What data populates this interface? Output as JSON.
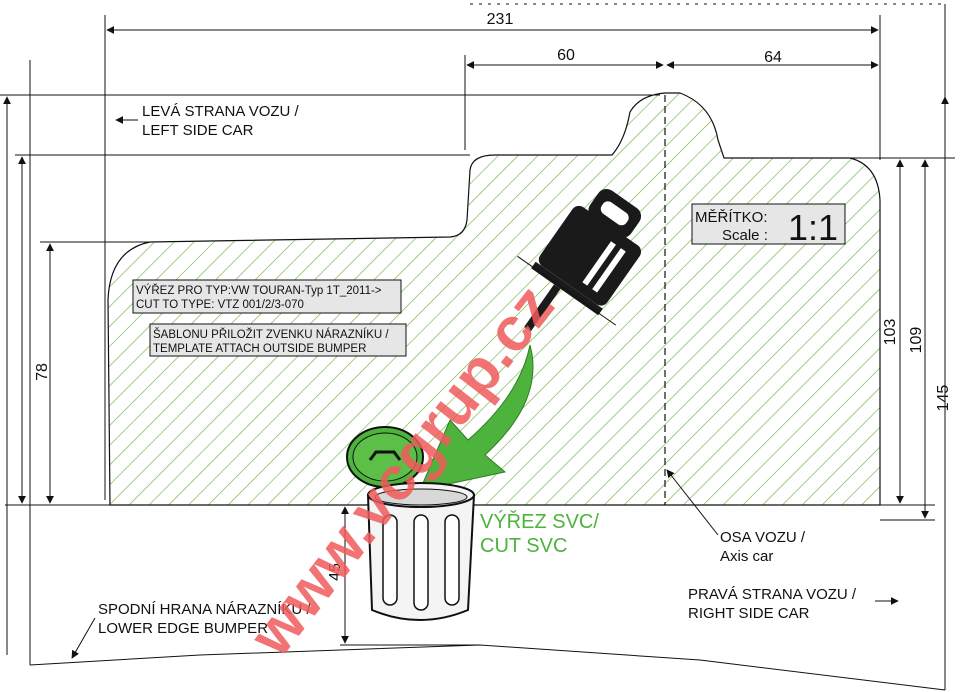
{
  "dimensions": {
    "total_width": "231",
    "right_section": "60",
    "far_right_section": "64",
    "height_left": "78",
    "height_103": "103",
    "height_109": "109",
    "height_145": "145",
    "bumper_offset": "45"
  },
  "labels": {
    "left_side_cz": "LEVÁ STRANA VOZU /",
    "left_side_en": "LEFT SIDE CAR",
    "right_side_cz": "PRAVÁ STRANA VOZU /",
    "right_side_en": "RIGHT SIDE CAR",
    "axis_cz": "OSA VOZU /",
    "axis_en": "Axis car",
    "lower_edge_cz": "SPODNÍ HRANA NÁRAZNÍKU /",
    "lower_edge_en": "LOWER EDGE BUMPER",
    "cutout_cz": "VÝŘEZ SVC/",
    "cutout_en": "CUT SVC"
  },
  "info_box": {
    "type_line1": "VÝŘEZ PRO TYP:VW TOURAN-Typ 1T_2011->",
    "type_line2": "CUT TO TYPE:    VTZ 001/2/3-070",
    "template_line1": "ŠABLONU PŘILOŽIT ZVENKU NÁRAZNÍKU /",
    "template_line2": "TEMPLATE ATTACH OUTSIDE BUMPER"
  },
  "scale": {
    "label_cz": "MĚŘÍTKO:",
    "label_en": "Scale :",
    "value": "1:1"
  },
  "watermark": "www.vcgrup.cz",
  "colors": {
    "hatch": "#6db54a",
    "arrow": "#4db33d",
    "watermark": "#f05a5a",
    "lines": "#111111"
  }
}
